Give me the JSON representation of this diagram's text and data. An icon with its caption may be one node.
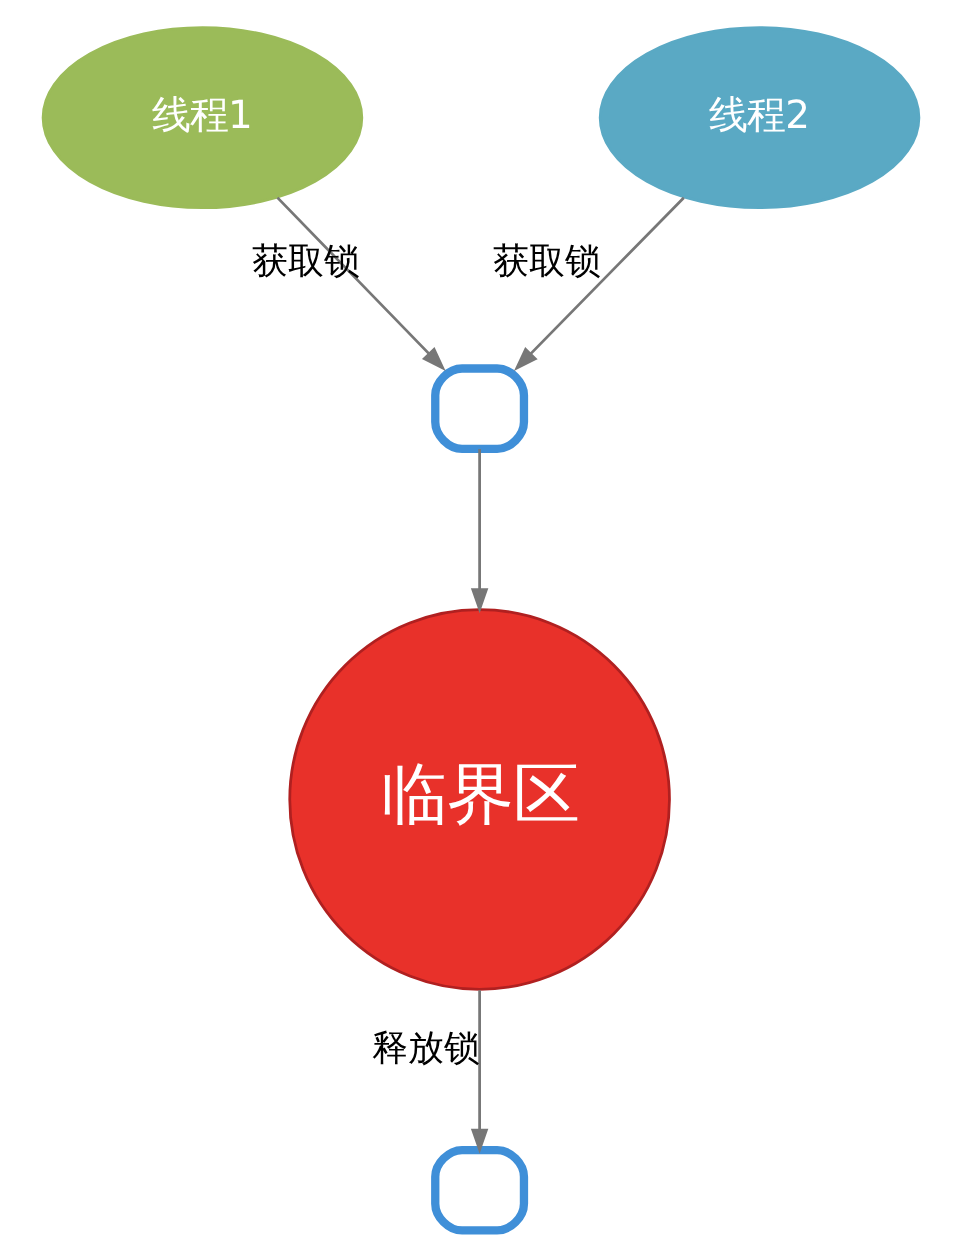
{
  "diagram": {
    "nodes": [
      {
        "text": [
          "线程1"
        ]
      },
      {
        "text": [
          "线程2"
        ]
      },
      {
        "text": [],
        "shape": "lock"
      },
      {
        "text": [
          "临界区"
        ]
      },
      {
        "text": [],
        "shape": "lock"
      }
    ],
    "edges": [
      {
        "from": 0,
        "to": 2,
        "arrow": "to",
        "label": "获取锁"
      },
      {
        "from": 1,
        "to": 2,
        "arrow": "to",
        "label": "获取锁"
      },
      {
        "from": 2,
        "to": 3,
        "arrow": "to"
      },
      {
        "from": 3,
        "to": 4,
        "arrow": "to",
        "label": "释放锁"
      }
    ]
  }
}
